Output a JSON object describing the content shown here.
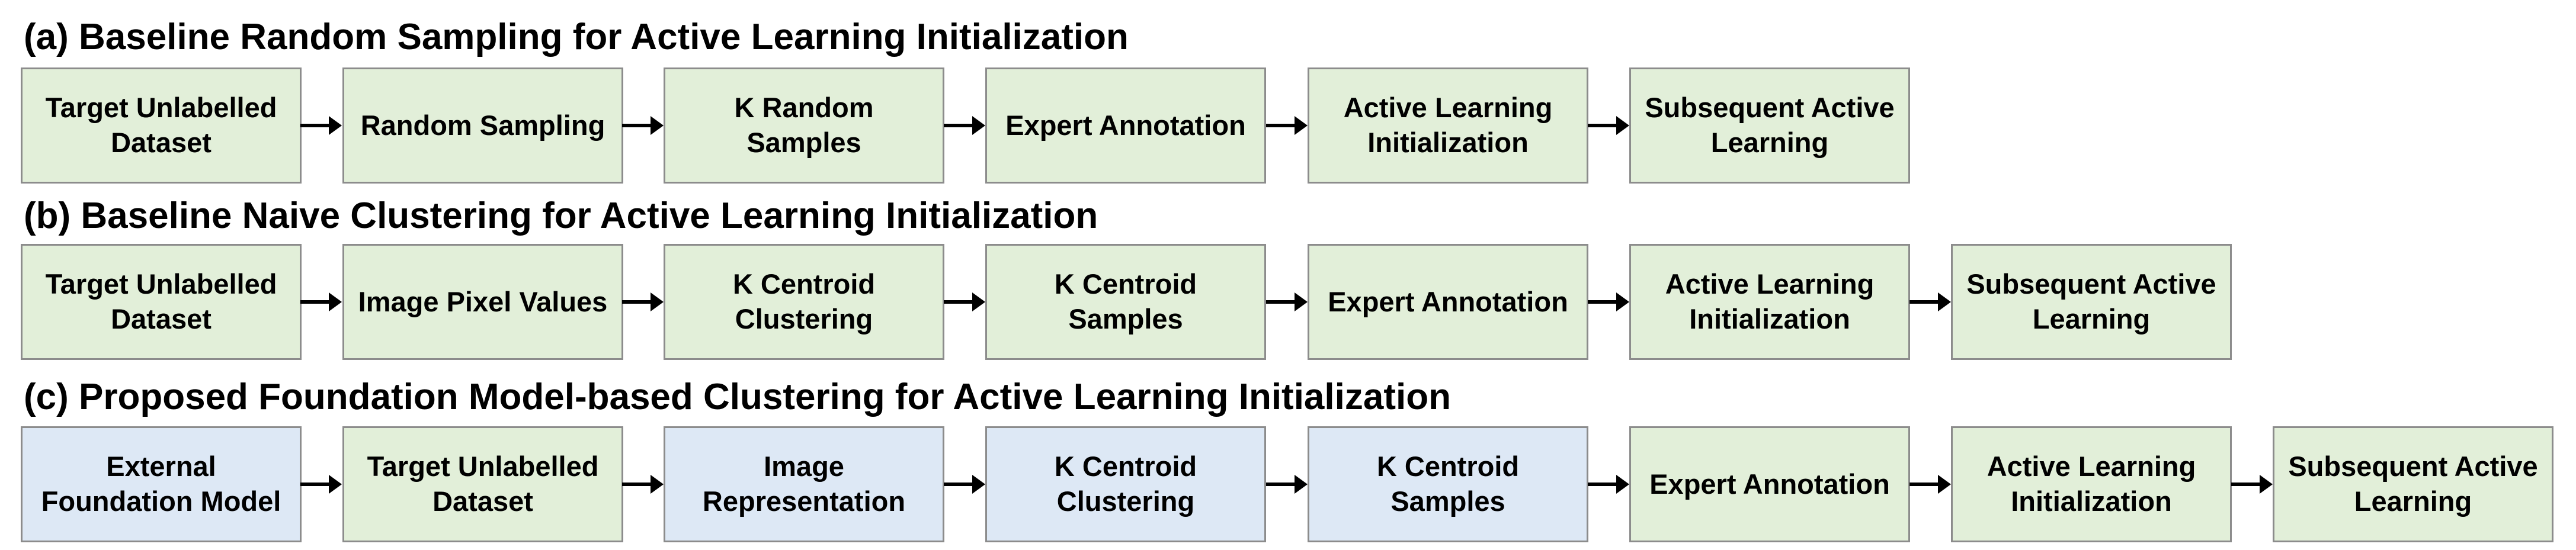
{
  "sections": [
    {
      "title": "(a) Baseline Random Sampling for Active Learning Initialization",
      "steps": [
        {
          "label": "Target Unlabelled Dataset",
          "color": "#e2efd9"
        },
        {
          "label": "Random Sampling",
          "color": "#e2efd9"
        },
        {
          "label": "K Random Samples",
          "color": "#e2efd9"
        },
        {
          "label": "Expert Annotation",
          "color": "#e2efd9"
        },
        {
          "label": "Active Learning Initialization",
          "color": "#e2efd9"
        },
        {
          "label": "Subsequent Active Learning",
          "color": "#e2efd9"
        }
      ]
    },
    {
      "title": "(b) Baseline Naive Clustering for Active Learning Initialization",
      "steps": [
        {
          "label": "Target Unlabelled Dataset",
          "color": "#e2efd9"
        },
        {
          "label": "Image Pixel Values",
          "color": "#e2efd9"
        },
        {
          "label": "K Centroid Clustering",
          "color": "#e2efd9"
        },
        {
          "label": "K Centroid Samples",
          "color": "#e2efd9"
        },
        {
          "label": "Expert Annotation",
          "color": "#e2efd9"
        },
        {
          "label": "Active Learning Initialization",
          "color": "#e2efd9"
        },
        {
          "label": "Subsequent Active Learning",
          "color": "#e2efd9"
        }
      ]
    },
    {
      "title": "(c) Proposed Foundation Model-based Clustering for Active Learning Initialization",
      "steps": [
        {
          "label": "External Foundation Model",
          "color": "#dde8f5"
        },
        {
          "label": "Target Unlabelled Dataset",
          "color": "#e2efd9"
        },
        {
          "label": "Image Representation",
          "color": "#dde8f5"
        },
        {
          "label": "K Centroid Clustering",
          "color": "#dde8f5"
        },
        {
          "label": "K Centroid Samples",
          "color": "#dde8f5"
        },
        {
          "label": "Expert Annotation",
          "color": "#e2efd9"
        },
        {
          "label": "Active Learning Initialization",
          "color": "#e2efd9"
        },
        {
          "label": "Subsequent Active Learning",
          "color": "#e2efd9"
        }
      ]
    }
  ]
}
